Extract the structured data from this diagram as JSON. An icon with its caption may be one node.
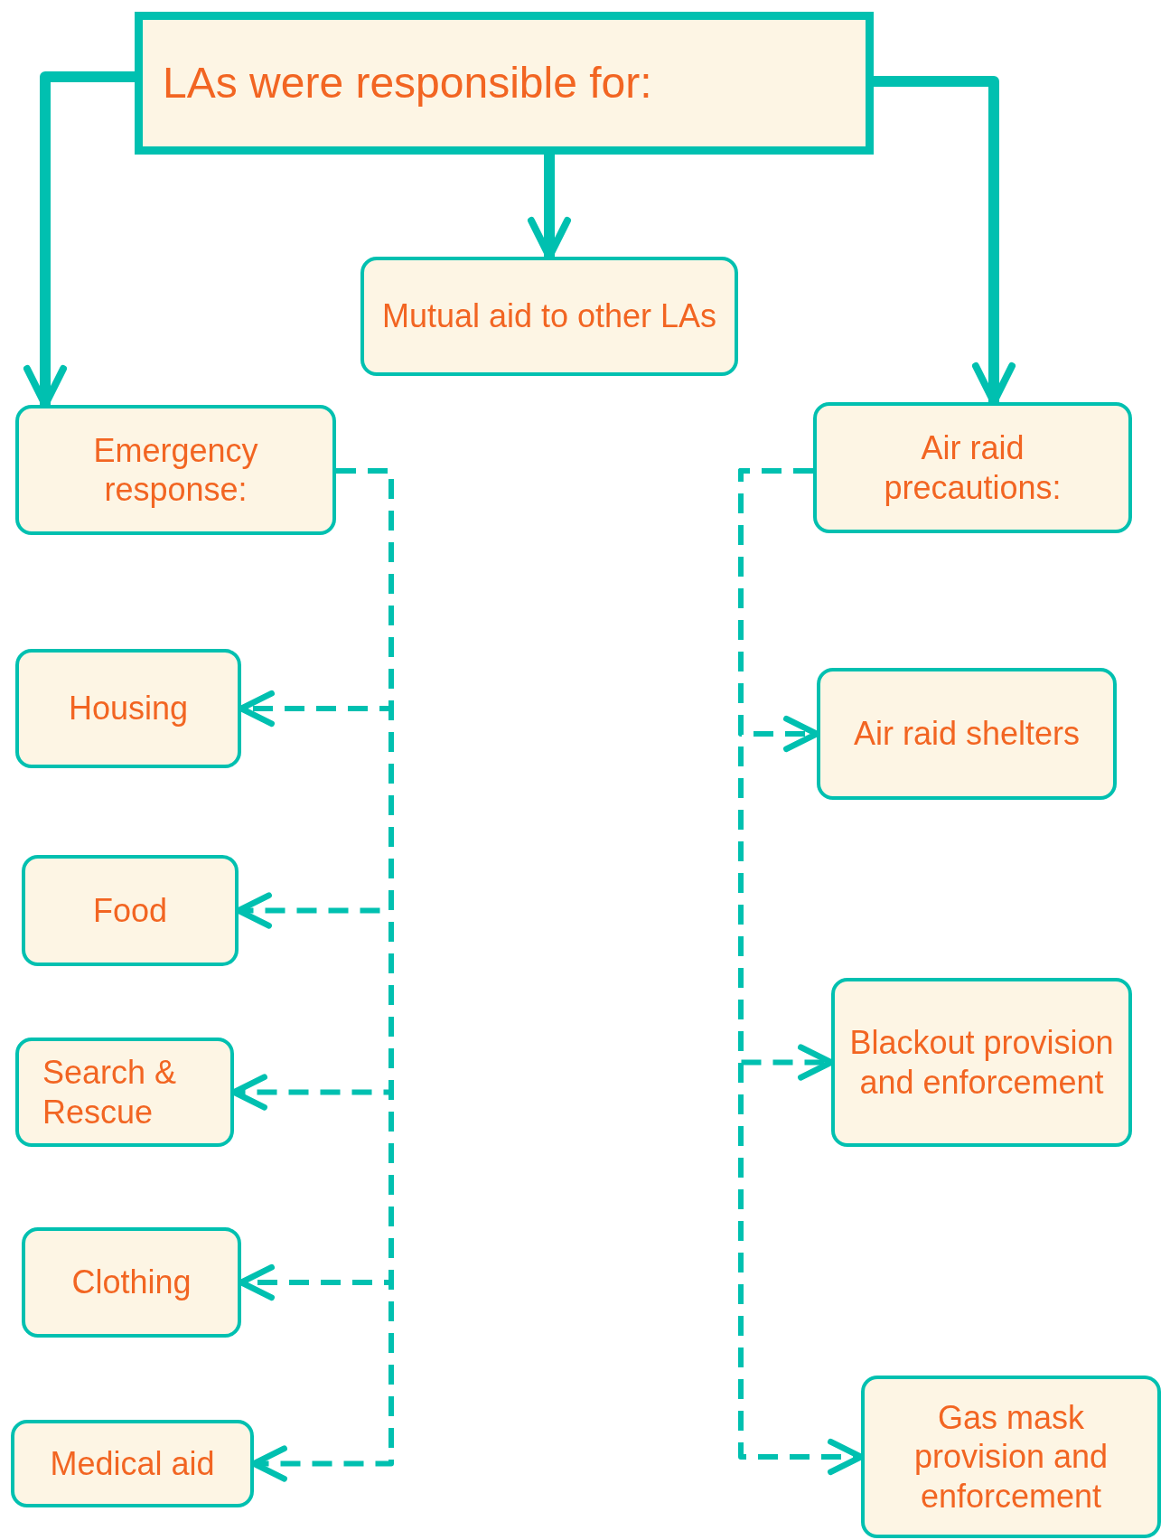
{
  "diagram": {
    "nodes": [
      {
        "text": [
          "LAs were responsible for:"
        ]
      },
      {
        "text": [
          "Mutual aid to other LAs"
        ]
      },
      {
        "text": [
          "Emergency response:"
        ]
      },
      {
        "text": [
          "Air raid precautions:"
        ]
      },
      {
        "text": [
          "Housing"
        ]
      },
      {
        "text": [
          "Food"
        ]
      },
      {
        "text": [
          "Search & Rescue"
        ]
      },
      {
        "text": [
          "Clothing"
        ]
      },
      {
        "text": [
          "Medical aid"
        ]
      },
      {
        "text": [
          "Air raid shelters"
        ]
      },
      {
        "text": [
          "Blackout provision and enforcement"
        ]
      },
      {
        "text": [
          "Gas mask provision and enforcement"
        ]
      }
    ],
    "edges": [
      {
        "from": 0,
        "to": 2,
        "arrow": "to",
        "style": "thick"
      },
      {
        "from": 0,
        "to": 1,
        "arrow": "to",
        "style": "thick"
      },
      {
        "from": 0,
        "to": 3,
        "arrow": "to",
        "style": "thick"
      },
      {
        "from": 2,
        "to": 4,
        "arrow": "to",
        "style": "dashed"
      },
      {
        "from": 2,
        "to": 5,
        "arrow": "to",
        "style": "dashed"
      },
      {
        "from": 2,
        "to": 6,
        "arrow": "to",
        "style": "dashed"
      },
      {
        "from": 2,
        "to": 7,
        "arrow": "to",
        "style": "dashed"
      },
      {
        "from": 2,
        "to": 8,
        "arrow": "to",
        "style": "dashed"
      },
      {
        "from": 3,
        "to": 9,
        "arrow": "to",
        "style": "dashed"
      },
      {
        "from": 3,
        "to": 10,
        "arrow": "to",
        "style": "dashed"
      },
      {
        "from": 3,
        "to": 11,
        "arrow": "to",
        "style": "dashed"
      }
    ]
  }
}
